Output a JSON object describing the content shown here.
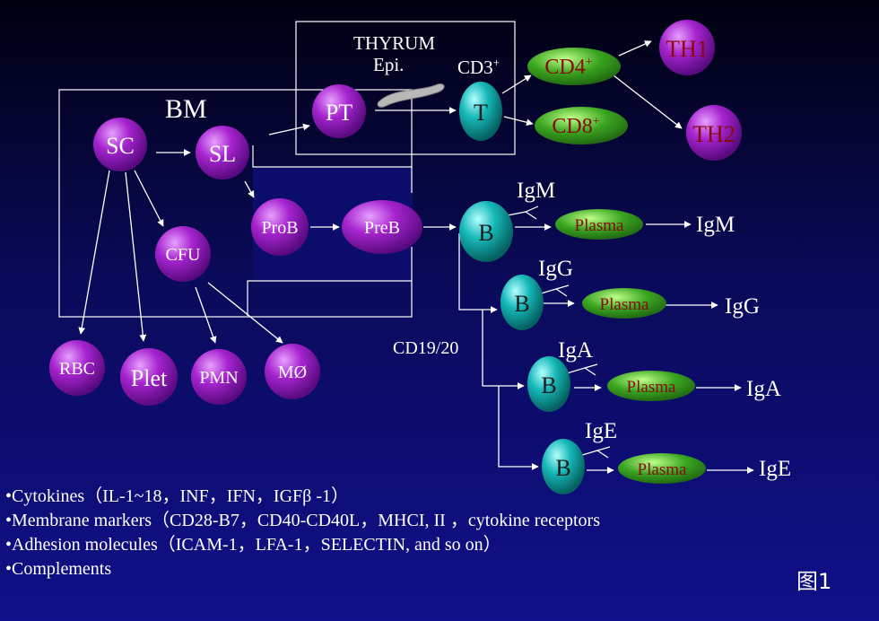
{
  "boxes": {
    "bm_label": "BM",
    "thyrum_label": "THYRUM",
    "epi_label": "Epi.",
    "cd3_label": "CD3",
    "cd3_sup": "+"
  },
  "nodes": {
    "sc": "SC",
    "sl": "SL",
    "pt": "PT",
    "t": "T",
    "cd4": "CD4",
    "cd4_sup": "+",
    "cd8": "CD8",
    "cd8_sup": "+",
    "th1": "TH1",
    "th2": "TH2",
    "prob": "ProB",
    "preb": "PreB",
    "cfu": "CFU",
    "rbc": "RBC",
    "plet": "Plet",
    "pmn": "PMN",
    "mo": "MØ",
    "b": "B",
    "plasma": "Plasma"
  },
  "ig": {
    "igm": "IgM",
    "igg": "IgG",
    "iga": "IgA",
    "ige": "IgE",
    "cd19": "CD19/20"
  },
  "bullets": [
    "•Cytokines（IL-1~18，INF，IFN，IGFβ -1）",
    "•Membrane markers（CD28-B7，CD40-CD40L，MHCI, II  ，cytokine receptors",
    "•Adhesion molecules（ICAM-1，LFA-1，SELECTIN, and so on）",
    "•Complements"
  ],
  "figure_label": "图1",
  "colors": {
    "purple_fill": "#9b1fc0",
    "teal_fill": "#0aa5a5",
    "green_fill": "#2f9a22",
    "cell_text_red": "#8a0a0a"
  }
}
